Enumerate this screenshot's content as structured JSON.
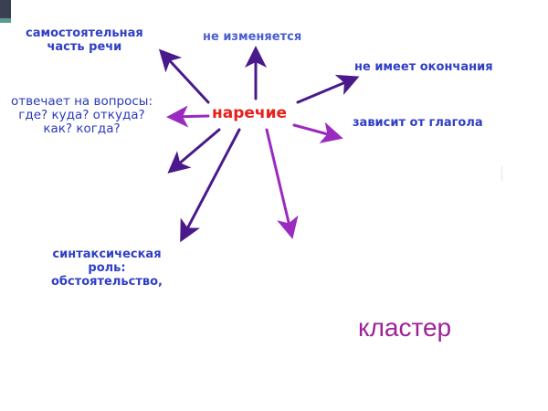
{
  "diagram": {
    "type": "cluster",
    "center": "наречие",
    "nodes": [
      {
        "id": "independent",
        "label_lines": [
          "самостоятельная",
          "часть речи"
        ]
      },
      {
        "id": "unchanged",
        "label_lines": [
          "не изменяется"
        ]
      },
      {
        "id": "no-ending",
        "label_lines": [
          "не имеет окончания"
        ]
      },
      {
        "id": "questions",
        "label_lines": [
          "отвечает на вопросы:",
          "где? куда? откуда?",
          "как? когда?"
        ]
      },
      {
        "id": "depends",
        "label_lines": [
          "зависит от глагола"
        ]
      },
      {
        "id": "syntax-role",
        "label_lines": [
          "синтаксическая",
          "роль:",
          "обстоятельство,"
        ]
      }
    ],
    "empty_arrows": 2
  },
  "caption": "кластер",
  "colors": {
    "center_text": "#e8201c",
    "node_text": "#2f3fc4",
    "arrow_dark": "#4a1a8c",
    "arrow_light": "#9a2bc0",
    "caption": "#a0209a"
  }
}
